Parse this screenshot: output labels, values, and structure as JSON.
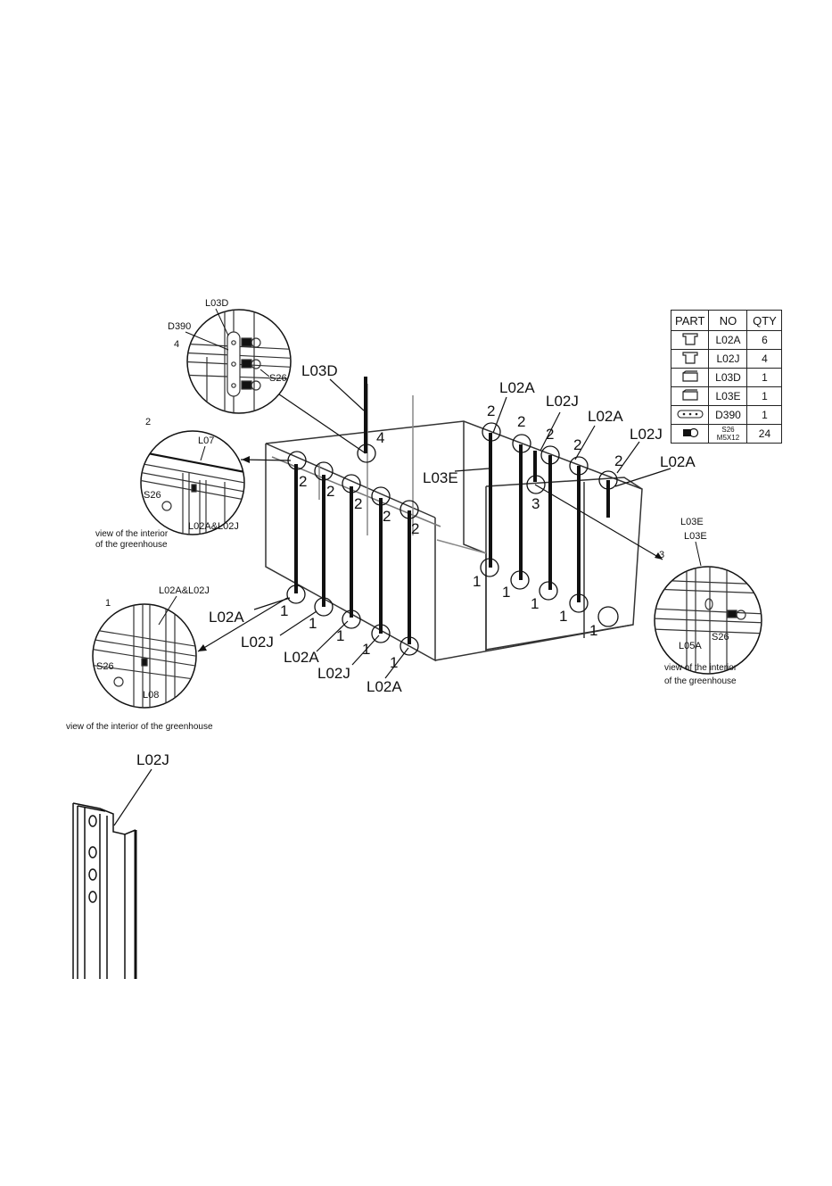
{
  "parts_table": {
    "headers": [
      "PART",
      "NO",
      "QTY"
    ],
    "rows": [
      {
        "icon": "channel-profile-icon",
        "no": "L02A",
        "qty": "6"
      },
      {
        "icon": "channel-profile-icon",
        "no": "L02J",
        "qty": "4"
      },
      {
        "icon": "bar-profile-icon",
        "no": "L03D",
        "qty": "1"
      },
      {
        "icon": "bar-profile-icon",
        "no": "L03E",
        "qty": "1"
      },
      {
        "icon": "plate-icon",
        "no": "D390",
        "qty": "1"
      },
      {
        "icon": "screw-icon",
        "no": "S26",
        "no_sub": "M5X12",
        "qty": "24"
      }
    ]
  },
  "callouts": {
    "l03d": "L03D",
    "l03e": "L03E",
    "l02a": "L02A",
    "l02j": "L02J",
    "n1": "1",
    "n2": "2",
    "n3": "3",
    "n4": "4"
  },
  "detail_top": {
    "step": "4",
    "l03d": "L03D",
    "d390": "D390",
    "s26": "S26"
  },
  "detail_left_upper": {
    "step": "2",
    "l07": "L07",
    "s26": "S26",
    "combo": "L02A&L02J",
    "caption_1": "view of the interior",
    "caption_2": "of the greenhouse"
  },
  "detail_left_lower": {
    "step": "1",
    "combo": "L02A&L02J",
    "s26": "S26",
    "l08": "L08",
    "caption": "view of the interior of the greenhouse"
  },
  "detail_right": {
    "step": "3",
    "l03e_1": "L03E",
    "l03e_2": "L03E",
    "l05a": "L05A",
    "s26": "S26",
    "caption_1": "view of the interior",
    "caption_2": "of the greenhouse"
  },
  "profile_detail": {
    "label": "L02J"
  }
}
